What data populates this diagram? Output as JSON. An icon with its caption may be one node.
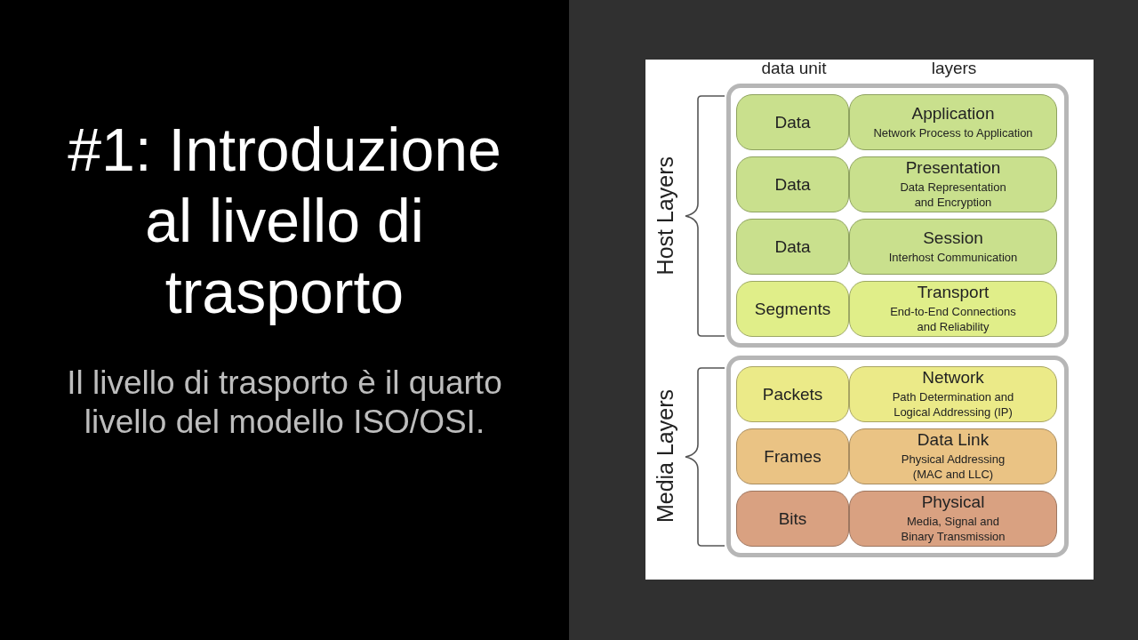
{
  "diagram": {
    "title": "#1: Introduzione al livello di trasporto",
    "nodes": [
      {
        "text": [],
        "shape": "box",
        "beside": [
          "Host Layers"
        ]
      },
      {
        "text": [
          "Data"
        ],
        "in": 0
      },
      {
        "text": [
          "Application",
          "Network Process to Application"
        ],
        "in": 0
      },
      {
        "text": [
          "Data"
        ],
        "in": 0
      },
      {
        "text": [
          "Presentation",
          "Data Representation and Encryption"
        ],
        "in": 0
      },
      {
        "text": [
          "Data"
        ],
        "in": 0
      },
      {
        "text": [
          "Session",
          "Interhost Communication"
        ],
        "in": 0
      },
      {
        "text": [
          "Segments"
        ],
        "in": 0
      },
      {
        "text": [
          "Transport",
          "End-to-End Connections and Reliability"
        ],
        "in": 0
      },
      {
        "text": [],
        "shape": "box",
        "beside": [
          "Media Layers"
        ]
      },
      {
        "text": [
          "Packets"
        ],
        "in": 9
      },
      {
        "text": [
          "Network",
          "Path Determination and Logical Addressing (IP)"
        ],
        "in": 9
      },
      {
        "text": [
          "Frames"
        ],
        "in": 9
      },
      {
        "text": [
          "Data Link",
          "Physical Addressing (MAC and LLC)"
        ],
        "in": 9
      },
      {
        "text": [
          "Bits"
        ],
        "in": 9
      },
      {
        "text": [
          "Physical",
          "Media, Signal and Binary Transmission"
        ],
        "in": 9
      }
    ],
    "labels": [
      "data unit",
      "layers",
      "Il livello di trasporto è il quarto livello del modello ISO/OSI."
    ]
  }
}
